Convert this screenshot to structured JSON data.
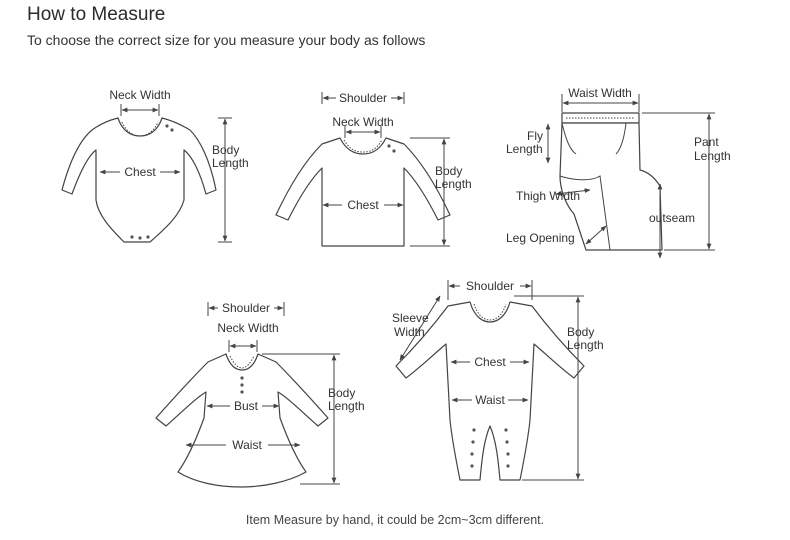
{
  "header": {
    "title": "How to Measure",
    "subtitle": "To choose the correct size for you measure your body as follows"
  },
  "bodysuit": {
    "neck_width": "Neck Width",
    "chest": "Chest",
    "body_length": [
      "Body",
      "Length"
    ]
  },
  "shirt": {
    "shoulder": "Shoulder",
    "neck_width": "Neck Width",
    "chest": "Chest",
    "body_length": [
      "Body",
      "Length"
    ]
  },
  "pants": {
    "waist_width": "Waist Width",
    "fly_length": [
      "Fly",
      "Length"
    ],
    "pant_length": [
      "Pant",
      "Length"
    ],
    "thigh_width": "Thigh Width",
    "outseam": "outseam",
    "leg_opening": "Leg Opening"
  },
  "dress": {
    "shoulder": "Shoulder",
    "neck_width": "Neck Width",
    "bust": "Bust",
    "waist": "Waist",
    "body_length": [
      "Body",
      "Length"
    ]
  },
  "romper": {
    "shoulder": "Shoulder",
    "sleeve_width": [
      "Sleeve",
      "Width"
    ],
    "chest": "Chest",
    "waist": "Waist",
    "body_length": [
      "Body",
      "Length"
    ]
  },
  "footer": {
    "note": "Item Measure by hand, it could be 2cm~3cm different."
  }
}
